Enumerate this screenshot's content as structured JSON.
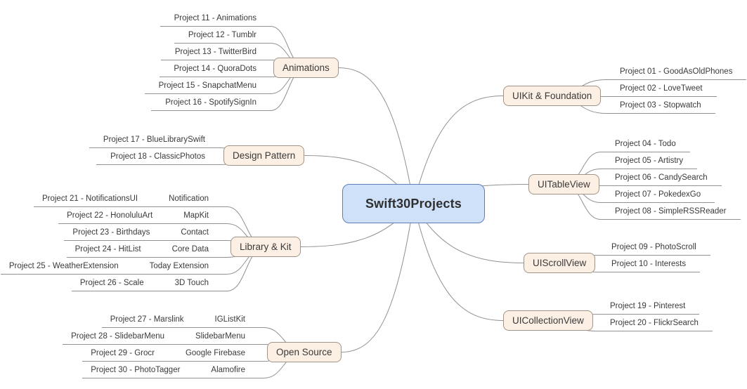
{
  "title": "Swift30Projects",
  "colors": {
    "root_fill": "#cfe1f9",
    "root_border": "#5d7eb8",
    "branch_fill": "#fcefe3",
    "branch_border": "#a09387",
    "link": "#919191",
    "text": "#3a3a3a"
  },
  "branches": [
    {
      "id": "animations",
      "label": "Animations",
      "side": "left",
      "leaves": [
        {
          "text": "Project 11 - Animations"
        },
        {
          "text": "Project 12 - Tumblr"
        },
        {
          "text": "Project 13 - TwitterBird"
        },
        {
          "text": "Project 14 - QuoraDots"
        },
        {
          "text": "Project 15 - SnapchatMenu"
        },
        {
          "text": "Project 16 - SpotifySignIn"
        }
      ]
    },
    {
      "id": "design_pattern",
      "label": "Design Pattern",
      "side": "left",
      "leaves": [
        {
          "text": "Project 17 - BlueLibrarySwift"
        },
        {
          "text": "Project 18 - ClassicPhotos"
        }
      ]
    },
    {
      "id": "library_kit",
      "label": "Library & Kit",
      "side": "left",
      "leaves": [
        {
          "text": "Project 21 - NotificationsUI",
          "tag": "Notification"
        },
        {
          "text": "Project 22 - HonoluluArt",
          "tag": "MapKit"
        },
        {
          "text": "Project 23 - Birthdays",
          "tag": "Contact"
        },
        {
          "text": "Project 24 - HitList",
          "tag": "Core Data"
        },
        {
          "text": "Project 25 - WeatherExtension",
          "tag": "Today Extension"
        },
        {
          "text": "Project 26 - Scale",
          "tag": "3D Touch"
        }
      ]
    },
    {
      "id": "open_source",
      "label": "Open Source",
      "side": "left",
      "leaves": [
        {
          "text": "Project 27 - Marslink",
          "tag": "IGListKit"
        },
        {
          "text": "Project 28 - SlidebarMenu",
          "tag": "SlidebarMenu"
        },
        {
          "text": "Project 29 - Grocr",
          "tag": "Google Firebase"
        },
        {
          "text": "Project 30 - PhotoTagger",
          "tag": "Alamofire"
        }
      ]
    },
    {
      "id": "uikit_foundation",
      "label": "UIKit & Foundation",
      "side": "right",
      "leaves": [
        {
          "text": "Project 01 - GoodAsOldPhones"
        },
        {
          "text": "Project 02 - LoveTweet"
        },
        {
          "text": "Project 03 - Stopwatch"
        }
      ]
    },
    {
      "id": "uitableview",
      "label": "UITableView",
      "side": "right",
      "leaves": [
        {
          "text": "Project 04 - Todo"
        },
        {
          "text": "Project 05 - Artistry"
        },
        {
          "text": "Project 06 - CandySearch"
        },
        {
          "text": "Project 07 - PokedexGo"
        },
        {
          "text": "Project 08 - SimpleRSSReader"
        }
      ]
    },
    {
      "id": "uiscrollview",
      "label": "UIScrollView",
      "side": "right",
      "leaves": [
        {
          "text": "Project 09 - PhotoScroll"
        },
        {
          "text": "Project 10 - Interests"
        }
      ]
    },
    {
      "id": "uicollectionview",
      "label": "UICollectionView",
      "side": "right",
      "leaves": [
        {
          "text": "Project 19 - Pinterest"
        },
        {
          "text": "Project 20 - FlickrSearch"
        }
      ]
    }
  ]
}
